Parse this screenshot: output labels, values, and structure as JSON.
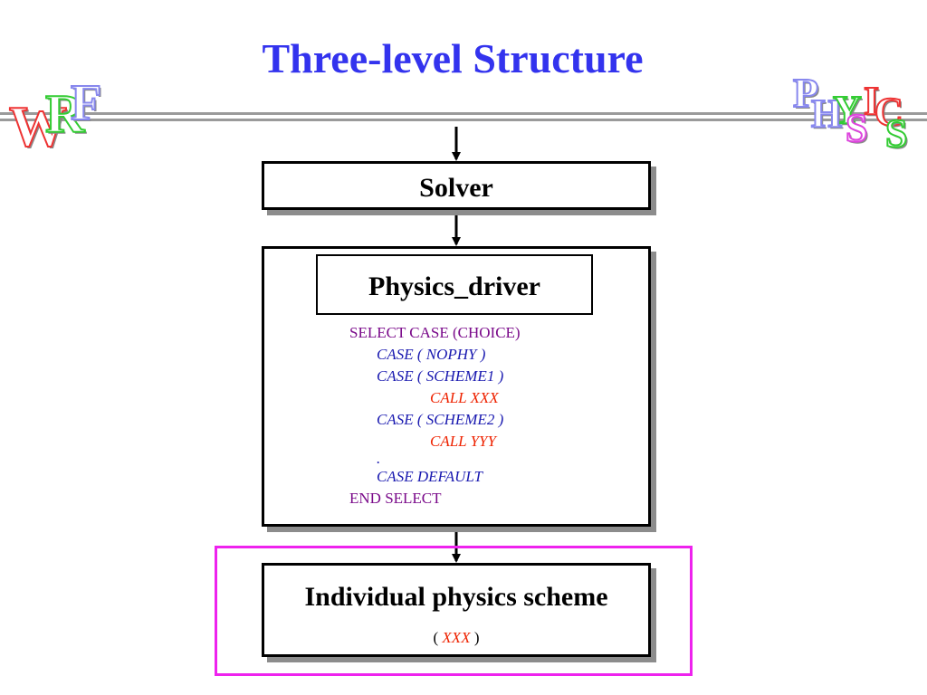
{
  "slide": {
    "title": "Three-level Structure"
  },
  "logo_left": {
    "letters": [
      "W",
      "R",
      "F"
    ],
    "colors": [
      "#ee3333",
      "#ffffff",
      "#33cc33",
      "#8888ee"
    ]
  },
  "logo_right": {
    "letters": [
      "P",
      "H",
      "Y",
      "S",
      "I",
      "C",
      "S"
    ],
    "colors": [
      "#8888ee",
      "#ffffff",
      "#33cc33",
      "#ee3333",
      "#dd44dd"
    ]
  },
  "solver": {
    "label": "Solver"
  },
  "physics_driver": {
    "label": "Physics_driver",
    "code": {
      "select": "SELECT CASE (CHOICE)",
      "case_nophy": "CASE ( NOPHY )",
      "case_scheme1": "CASE ( SCHEME1 )",
      "call_xxx": "CALL XXX",
      "case_scheme2": "CASE ( SCHEME2 )",
      "call_yyy": "CALL YYY",
      "dot": ".",
      "case_default": "CASE DEFAULT",
      "end_select": "END SELECT"
    }
  },
  "individual": {
    "label": "Individual physics scheme",
    "paren_open": "(",
    "name": "XXX",
    "paren_close": ")"
  },
  "colors": {
    "title": "#3333ee",
    "highlight": "#ee22ee",
    "code_keyword": "#7a0a8a",
    "code_case": "#1a1ab0",
    "code_call": "#ee2200"
  }
}
